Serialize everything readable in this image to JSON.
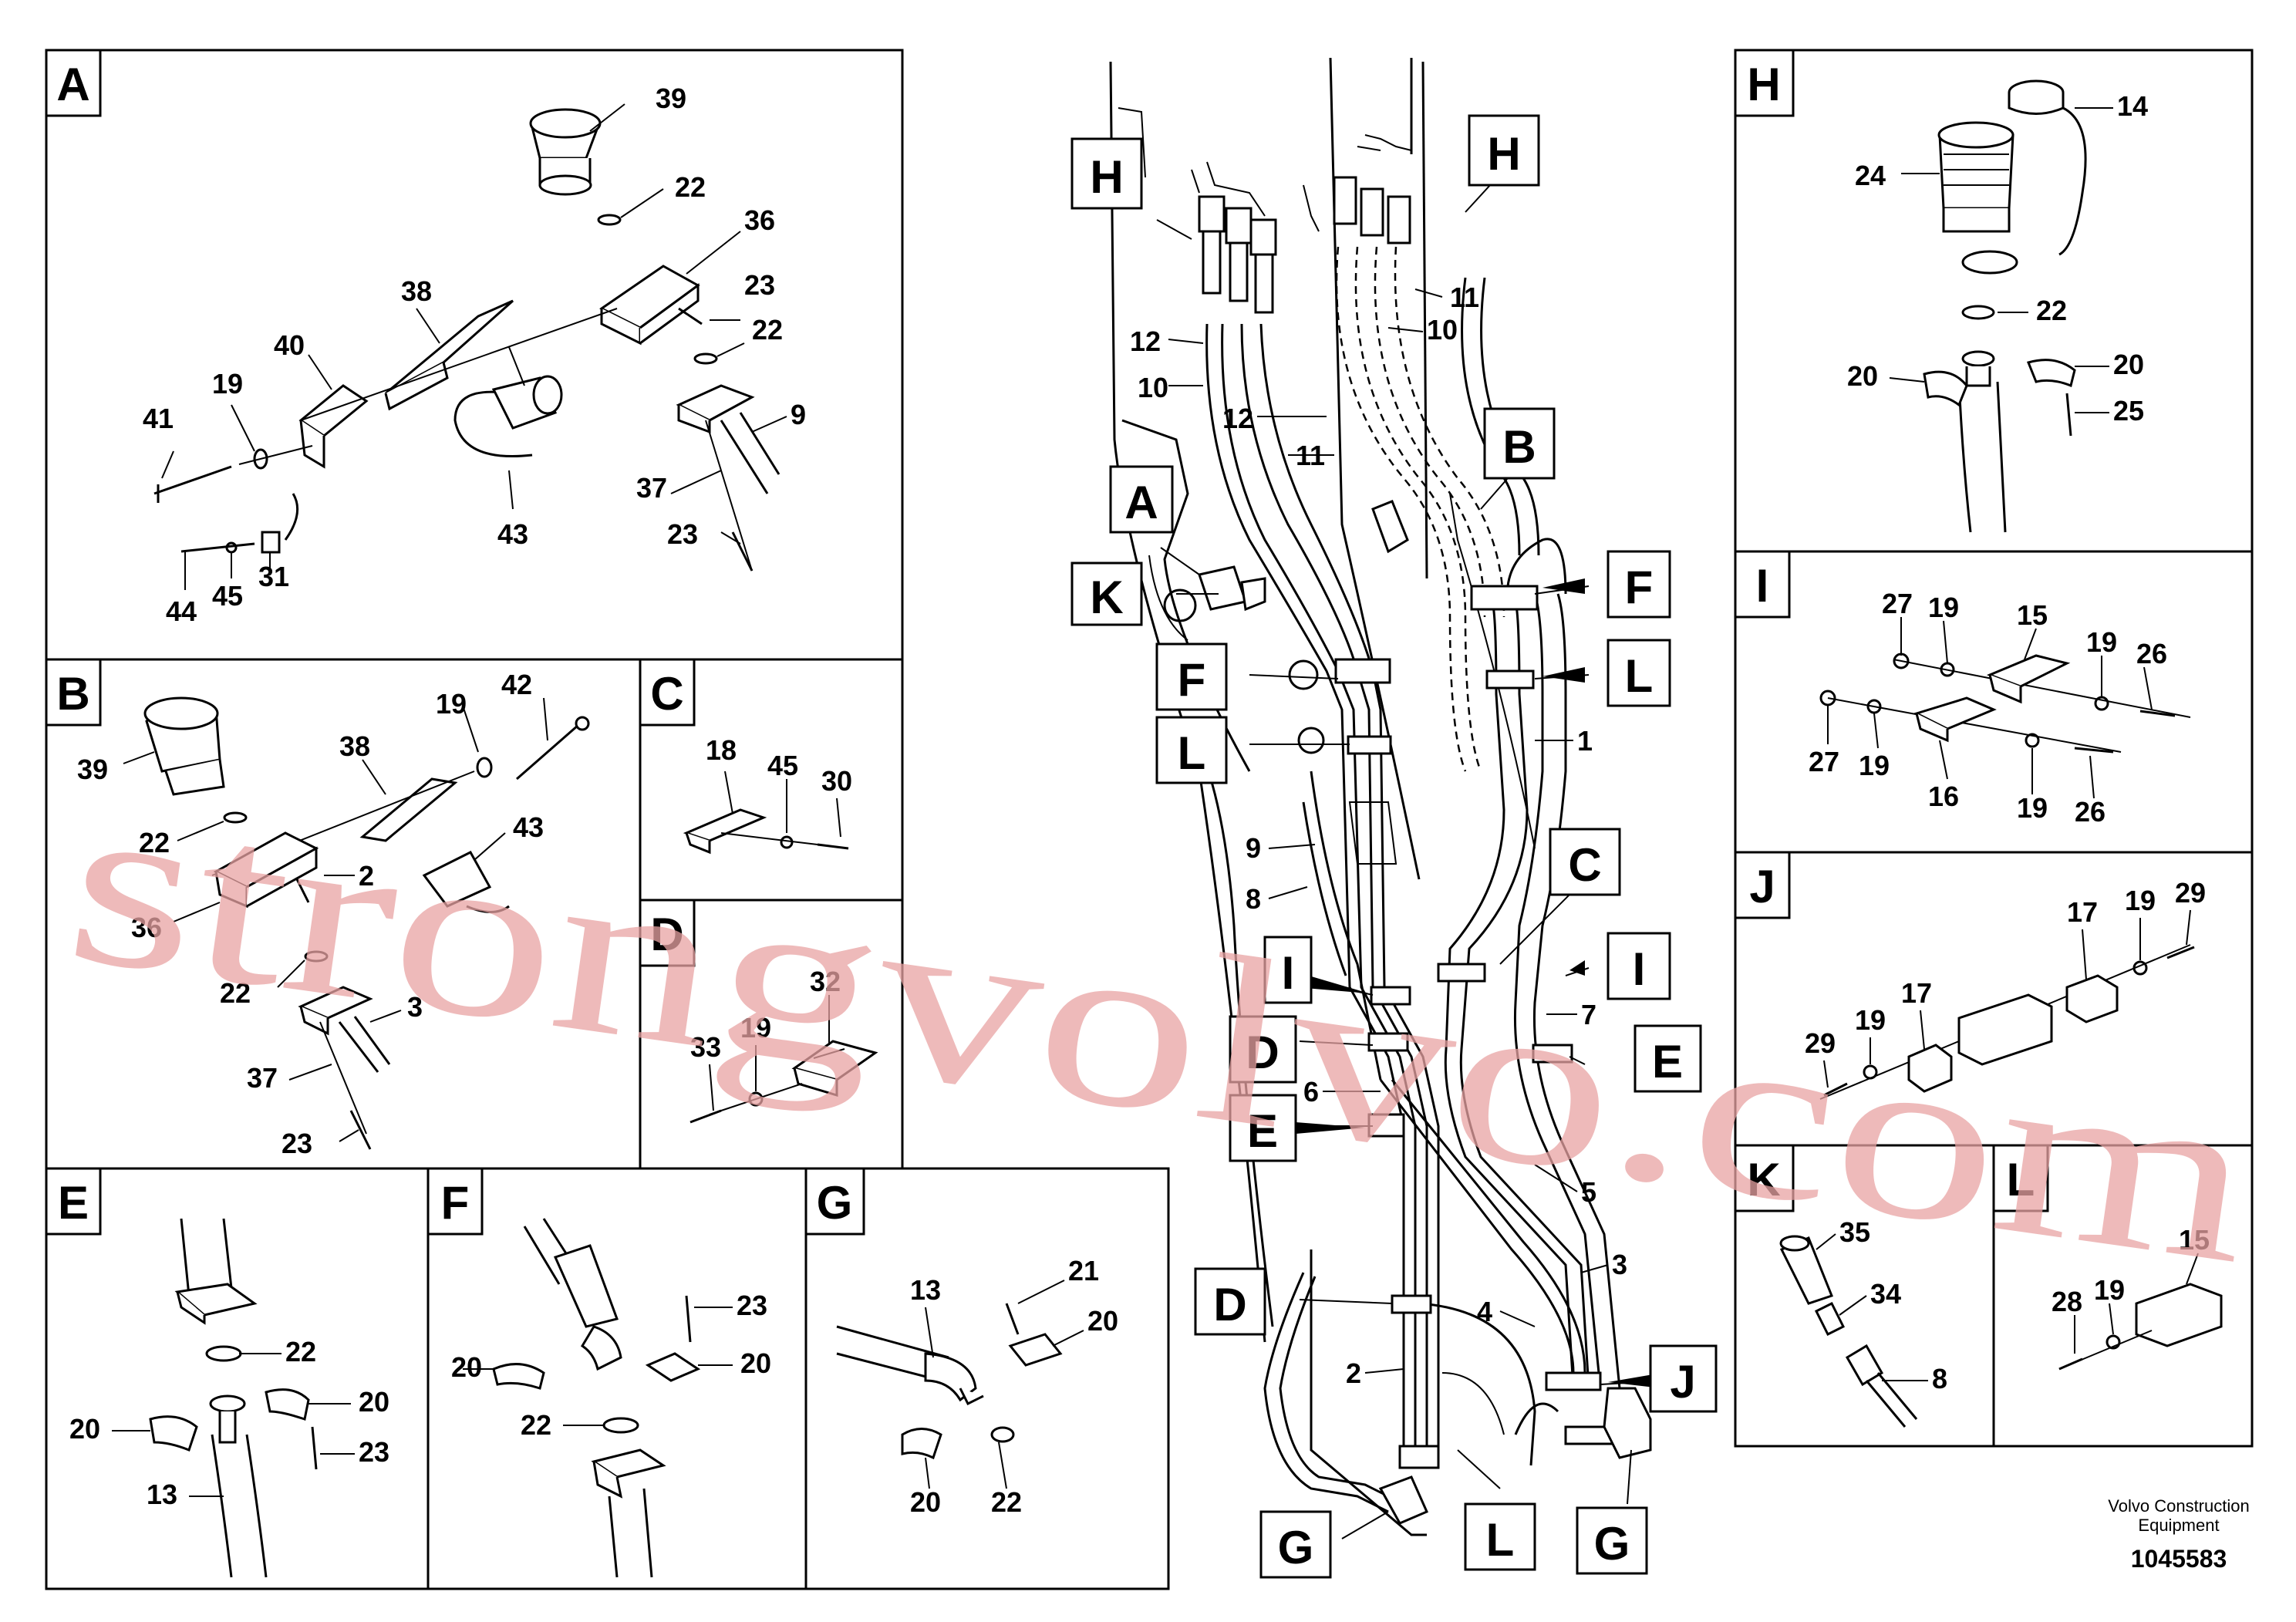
{
  "sections": {
    "A": {
      "letter": "A",
      "labels": {
        "l39": "39",
        "l22a": "22",
        "l36": "36",
        "l38": "38",
        "l23a": "23",
        "l22b": "22",
        "l40": "40",
        "l19": "19",
        "l41": "41",
        "l9": "9",
        "l37": "37",
        "l43": "43",
        "l23b": "23",
        "l44": "44",
        "l45": "45",
        "l31": "31"
      }
    },
    "B": {
      "letter": "B",
      "labels": {
        "l42": "42",
        "l19": "19",
        "l39": "39",
        "l38": "38",
        "l22a": "22",
        "l43": "43",
        "l2": "2",
        "l36": "36",
        "l22b": "22",
        "l3": "3",
        "l37": "37",
        "l23": "23"
      }
    },
    "C": {
      "letter": "C",
      "labels": {
        "l18": "18",
        "l45": "45",
        "l30": "30"
      }
    },
    "D": {
      "letter": "D",
      "labels": {
        "l32": "32",
        "l33": "33",
        "l19": "19"
      }
    },
    "E": {
      "letter": "E",
      "labels": {
        "l22": "22",
        "l20a": "20",
        "l20b": "20",
        "l23": "23",
        "l13": "13"
      }
    },
    "F": {
      "letter": "F",
      "labels": {
        "l23": "23",
        "l20a": "20",
        "l20b": "20",
        "l22": "22"
      }
    },
    "G": {
      "letter": "G",
      "labels": {
        "l13": "13",
        "l21": "21",
        "l20a": "20",
        "l20b": "20",
        "l22": "22"
      }
    },
    "H": {
      "letter": "H",
      "labels": {
        "l14": "14",
        "l24": "24",
        "l22": "22",
        "l20a": "20",
        "l20b": "20",
        "l25": "25"
      }
    },
    "I": {
      "letter": "I",
      "labels": {
        "l27a": "27",
        "l19a": "19",
        "l15": "15",
        "l19b": "19",
        "l26a": "26",
        "l27b": "27",
        "l19c": "19",
        "l16": "16",
        "l19d": "19",
        "l26b": "26"
      }
    },
    "J": {
      "letter": "J",
      "labels": {
        "l17a": "17",
        "l19a": "19",
        "l29a": "29",
        "l29b": "29",
        "l19b": "19",
        "l17b": "17"
      }
    },
    "K": {
      "letter": "K",
      "labels": {
        "l35": "35",
        "l34": "34",
        "l8": "8"
      }
    },
    "L": {
      "letter": "L",
      "labels": {
        "l15": "15",
        "l19": "19",
        "l28": "28"
      }
    }
  },
  "main": {
    "callouts": {
      "H1": "H",
      "H2": "H",
      "A": "A",
      "K": "K",
      "B": "B",
      "F1": "F",
      "F2": "F",
      "L1": "L",
      "L2": "L",
      "C": "C",
      "I1": "I",
      "I2": "I",
      "D1": "D",
      "E1": "E",
      "E2": "E",
      "D2": "D",
      "J": "J",
      "G1": "G",
      "G2": "G",
      "L3": "L"
    },
    "labels": {
      "m12a": "12",
      "m10a": "10",
      "m12b": "12",
      "m11a": "11",
      "m11b": "11",
      "m10b": "10",
      "m1": "1",
      "m9": "9",
      "m8": "8",
      "m7": "7",
      "m6": "6",
      "m5": "5",
      "m3": "3",
      "m4": "4",
      "m2": "2"
    }
  },
  "footer": {
    "company": "Volvo Construction",
    "company2": "Equipment",
    "drawing_number": "1045583"
  },
  "watermark": "strongvolvo.com"
}
